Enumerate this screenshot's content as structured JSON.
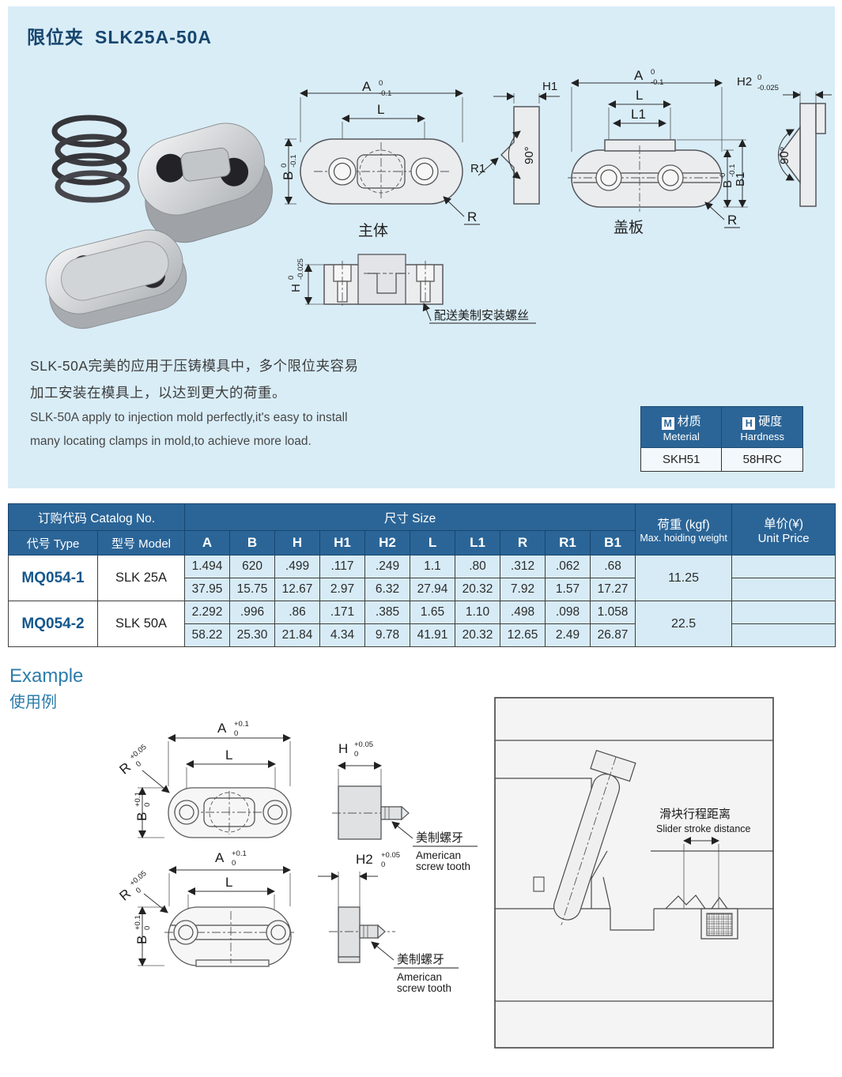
{
  "colors": {
    "panel_bg": "#d9edf7",
    "table_header_blue": "#2b6597",
    "size_cell_blue": "#d7ebf6",
    "title_navy": "#17466f",
    "example_title_blue": "#2c7cab",
    "catalog_code_blue": "#14578c"
  },
  "header": {
    "title_cn": "限位夹",
    "title_model": "SLK25A-50A"
  },
  "lbl": {
    "A": "A",
    "B": "B",
    "B1": "B1",
    "H": "H",
    "H1": "H1",
    "H2": "H2",
    "L": "L",
    "L1": "L1",
    "R": "R",
    "R1": "R1",
    "deg": "90°",
    "t0": "0",
    "tm01": "-0.1",
    "tm0025": "-0.025",
    "tp01": "+0.1",
    "tp005": "+0.05"
  },
  "drawings": {
    "body_caption": "主体",
    "cover_caption": "盖板",
    "front_note": "配送美制安装螺丝"
  },
  "desc": {
    "cn1": "SLK-50A完美的应用于压铸模具中，多个限位夹容易",
    "cn2": "加工安装在模具上，以达到更大的荷重。",
    "en1": "SLK-50A  apply to injection mold perfectly,it's easy to install",
    "en2": "many locating clamps in mold,to achieve more load."
  },
  "material": {
    "m_badge": "M",
    "m_cn": "材质",
    "m_en": "Meterial",
    "material_value": "SKH51",
    "h_badge": "H",
    "h_cn": "硬度",
    "h_en": "Hardness",
    "hardness_value": "58HRC"
  },
  "table": {
    "header": {
      "catalog": "订购代码 Catalog No.",
      "type": "代号 Type",
      "model": "型号 Model",
      "size": "尺寸 Size",
      "size_cols": [
        "A",
        "B",
        "H",
        "H1",
        "H2",
        "L",
        "L1",
        "R",
        "R1",
        "B1"
      ],
      "weight_cn": "荷重 (kgf)",
      "weight_en": "Max. hoiding weight",
      "price_cn": "单价(¥)",
      "price_en": "Unit Price"
    },
    "rows": [
      {
        "type": "MQ054-1",
        "model": "SLK 25A",
        "weight": "11.25",
        "inch": [
          "1.494",
          "620",
          ".499",
          ".117",
          ".249",
          "1.1",
          ".80",
          ".312",
          ".062",
          ".68"
        ],
        "mm": [
          "37.95",
          "15.75",
          "12.67",
          "2.97",
          "6.32",
          "27.94",
          "20.32",
          "7.92",
          "1.57",
          "17.27"
        ]
      },
      {
        "type": "MQ054-2",
        "model": "SLK 50A",
        "weight": "22.5",
        "inch": [
          "2.292",
          ".996",
          ".86",
          ".171",
          ".385",
          "1.65",
          "1.10",
          ".498",
          ".098",
          "1.058"
        ],
        "mm": [
          "58.22",
          "25.30",
          "21.84",
          "4.34",
          "9.78",
          "41.91",
          "20.32",
          "12.65",
          "2.49",
          "26.87"
        ]
      }
    ]
  },
  "example": {
    "title_en": "Example",
    "title_cn": "使用例",
    "screw_cn": "美制螺牙",
    "screw_en_1": "American",
    "screw_en_2": "screw tooth",
    "slider_cn": "滑块行程距离",
    "slider_en": "Slider stroke distance"
  }
}
